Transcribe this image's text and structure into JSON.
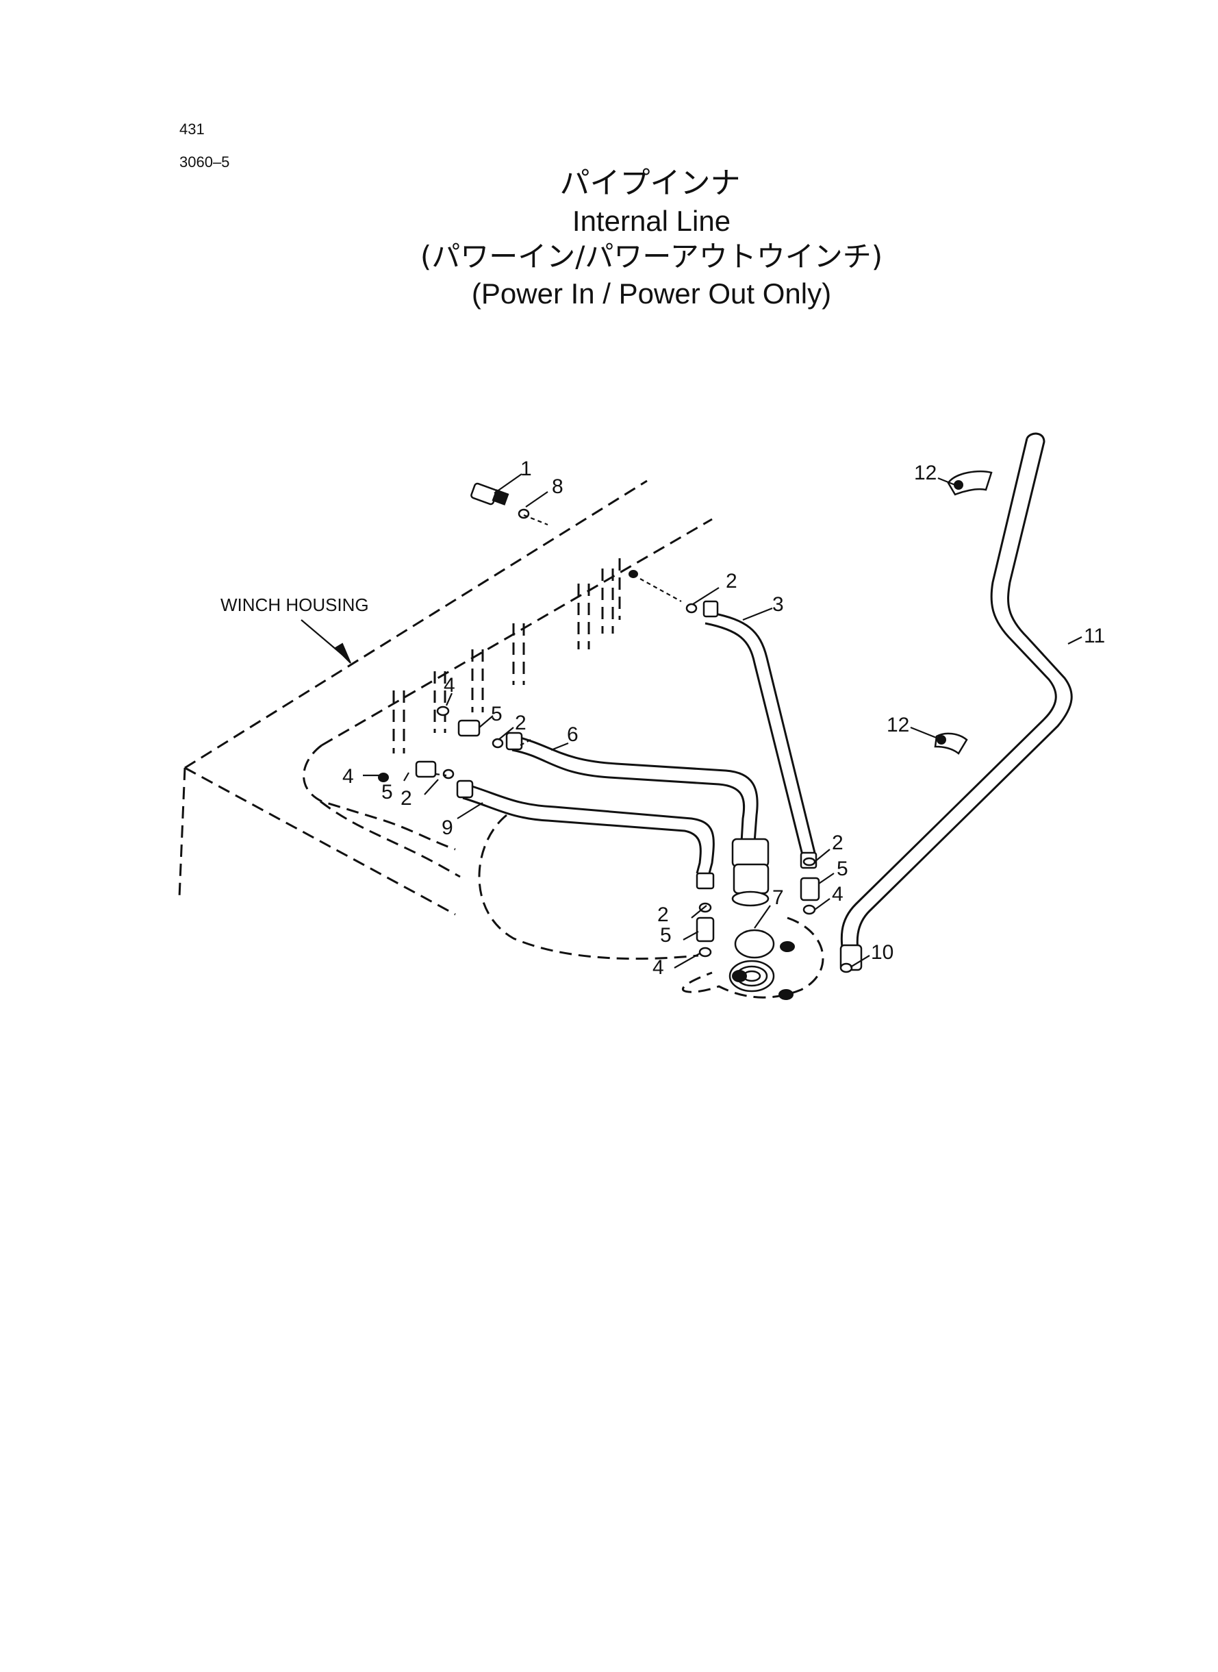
{
  "header": {
    "page_no": "431",
    "doc_code": "3060–5"
  },
  "title": {
    "jp": "パイプインナ",
    "en": "Internal Line",
    "sub_jp": "(パワーイン/パワーアウトウインチ)",
    "sub_en": "(Power In / Power Out Only)"
  },
  "diagram": {
    "housing_label": "WINCH HOUSING",
    "callouts": {
      "c1": "1",
      "c8": "8",
      "c2a": "2",
      "c3": "3",
      "c4a": "4",
      "c5a": "5",
      "c2b": "2",
      "c6": "6",
      "c4b": "4",
      "c5b": "5",
      "c2c": "2",
      "c9": "9",
      "c7": "7",
      "c2d": "2",
      "c5c": "5",
      "c4c": "4",
      "c2e": "2",
      "c5d": "5",
      "c4d": "4",
      "c10": "10",
      "c11": "11",
      "c12a": "12",
      "c12b": "12"
    }
  }
}
